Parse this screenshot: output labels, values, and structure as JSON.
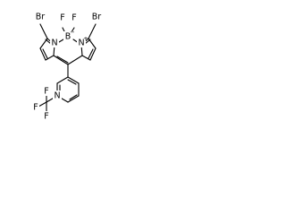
{
  "molecule": {
    "labels": {
      "br_left": "Br",
      "br_right": "Br",
      "f_left": "F",
      "f_right": "F",
      "boron": "B",
      "boron_charge": "−",
      "n_left": "N",
      "n_right": "N",
      "n_right_charge": "+",
      "n_pyridine": "N",
      "cf3_f_top": "F",
      "cf3_f_left": "F",
      "cf3_f_bottom": "F"
    }
  }
}
